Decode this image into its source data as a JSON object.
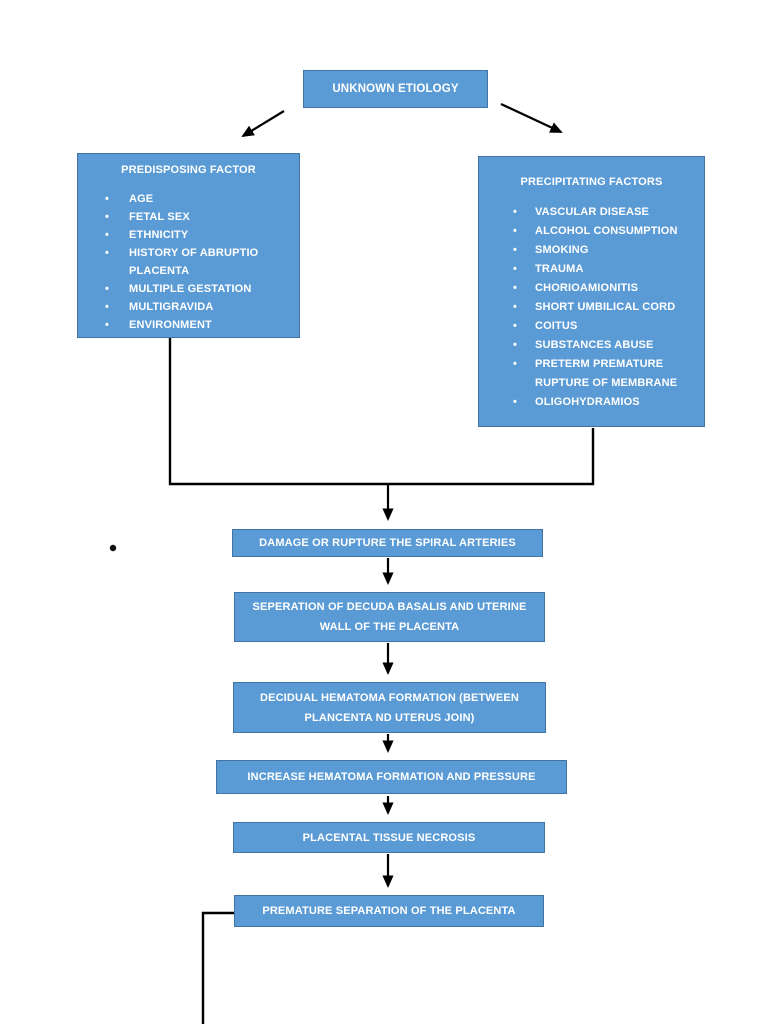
{
  "document": {
    "background": "#ffffff"
  },
  "colors": {
    "node_fill": "#5b9bd5",
    "node_border": "#4173a5",
    "node_text": "#ffffff",
    "connector": "#000000"
  },
  "flowchart": {
    "root": {
      "label": "UNKNOWN ETIOLOGY"
    },
    "predisposing": {
      "title": "PREDISPOSING FACTOR",
      "items": [
        "AGE",
        "FETAL SEX",
        "ETHNICITY",
        "HISTORY OF ABRUPTIO\nPLACENTA",
        "MULTIPLE GESTATION",
        "MULTIGRAVIDA",
        "ENVIRONMENT"
      ],
      "bullet_glyph": "•"
    },
    "precipitating": {
      "title": "PRECIPITATING FACTORS",
      "items": [
        "VASCULAR DISEASE",
        "ALCOHOL CONSUMPTION",
        "SMOKING",
        "TRAUMA",
        "CHORIOAMIONITIS",
        "SHORT UMBILICAL CORD",
        "COITUS",
        "SUBSTANCES ABUSE",
        "PRETERM PREMATURE\nRUPTURE OF MEMBRANE",
        "OLIGOHYDRAMIOS"
      ],
      "bullet_glyph": "•"
    },
    "sequence": [
      "DAMAGE OR RUPTURE THE SPIRAL ARTERIES",
      "SEPERATION OF DECUDA BASALIS AND UTERINE\nWALL OF THE PLACENTA",
      "DECIDUAL HEMATOMA FORMATION (BETWEEN\nPLANCENTA ND UTERUS JOIN)",
      "INCREASE HEMATOMA FORMATION AND PRESSURE",
      "PLACENTAL TISSUE NECROSIS",
      "PREMATURE SEPARATION OF THE PLACENTA"
    ]
  }
}
